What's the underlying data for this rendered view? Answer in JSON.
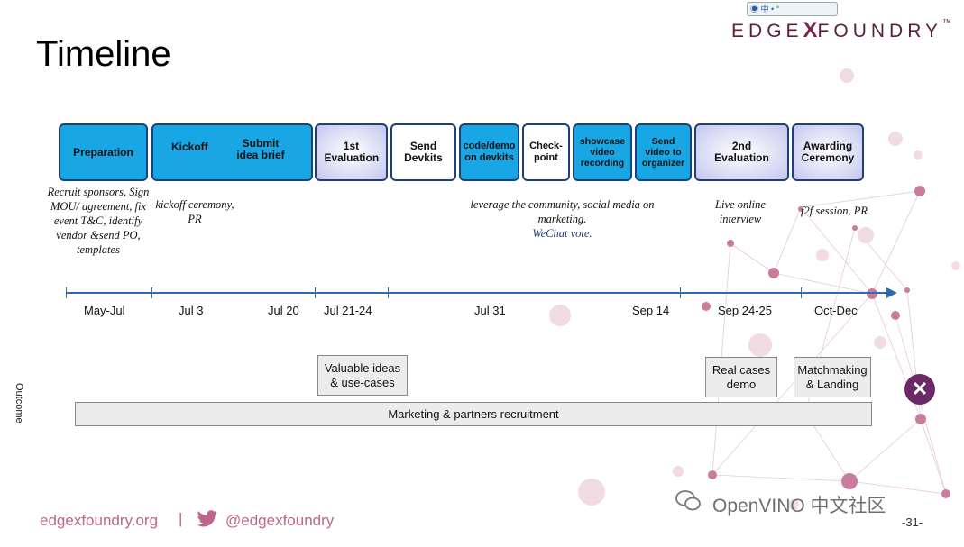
{
  "header": {
    "title": "Timeline",
    "logo_left": "EDGE",
    "logo_x": "X",
    "logo_right": "FOUNDRY",
    "logo_tm": "™",
    "tray": "中 • °"
  },
  "phases": [
    {
      "label": "Preparation",
      "style": "blue"
    },
    {
      "label": "Kickoff",
      "style": "blue"
    },
    {
      "label": "Submit idea brief",
      "style": "blue"
    },
    {
      "label": "1st Evaluation",
      "style": "grad"
    },
    {
      "label": "Send Devkits",
      "style": "white"
    },
    {
      "label": "code/demo on devkits",
      "style": "blue"
    },
    {
      "label": "Check-point",
      "style": "white"
    },
    {
      "label": "showcase video recording",
      "style": "blue"
    },
    {
      "label": "Send video to organizer",
      "style": "blue"
    },
    {
      "label": "2nd Evaluation",
      "style": "grad"
    },
    {
      "label": "Awarding Ceremony",
      "style": "grad"
    }
  ],
  "notes": {
    "preparation": "Recruit sponsors, Sign MOU/ agreement, fix event T&C, identify vendor &send PO, templates",
    "kickoff": "kickoff ceremony, PR",
    "community": "leverage the community, social media on marketing.",
    "wechat": "WeChat vote.",
    "interview": "Live online interview",
    "session": "f2f session, PR"
  },
  "dates": [
    "May-Jul",
    "Jul 3",
    "Jul 20",
    "Jul 21-24",
    "Jul 31",
    "Sep 14",
    "Sep 24-25",
    "Oct-Dec"
  ],
  "outcome": {
    "label": "Outcome",
    "valuable": "Valuable ideas & use-cases",
    "real_cases": "Real cases demo",
    "matchmaking": "Matchmaking & Landing",
    "marketing": "Marketing & partners recruitment"
  },
  "footer": {
    "site": "edgexfoundry.org",
    "separator": "|",
    "handle": "@edgexfoundry",
    "watermark": "OpenVINO 中文社区",
    "page": "-31-"
  },
  "colors": {
    "phase_blue": "#19a6e4",
    "border": "#1d3f7a",
    "axis": "#2b6cb0",
    "brand": "#c0648a"
  },
  "icons": [
    "twitter-icon",
    "wechat-icon",
    "edgex-badge-icon"
  ]
}
